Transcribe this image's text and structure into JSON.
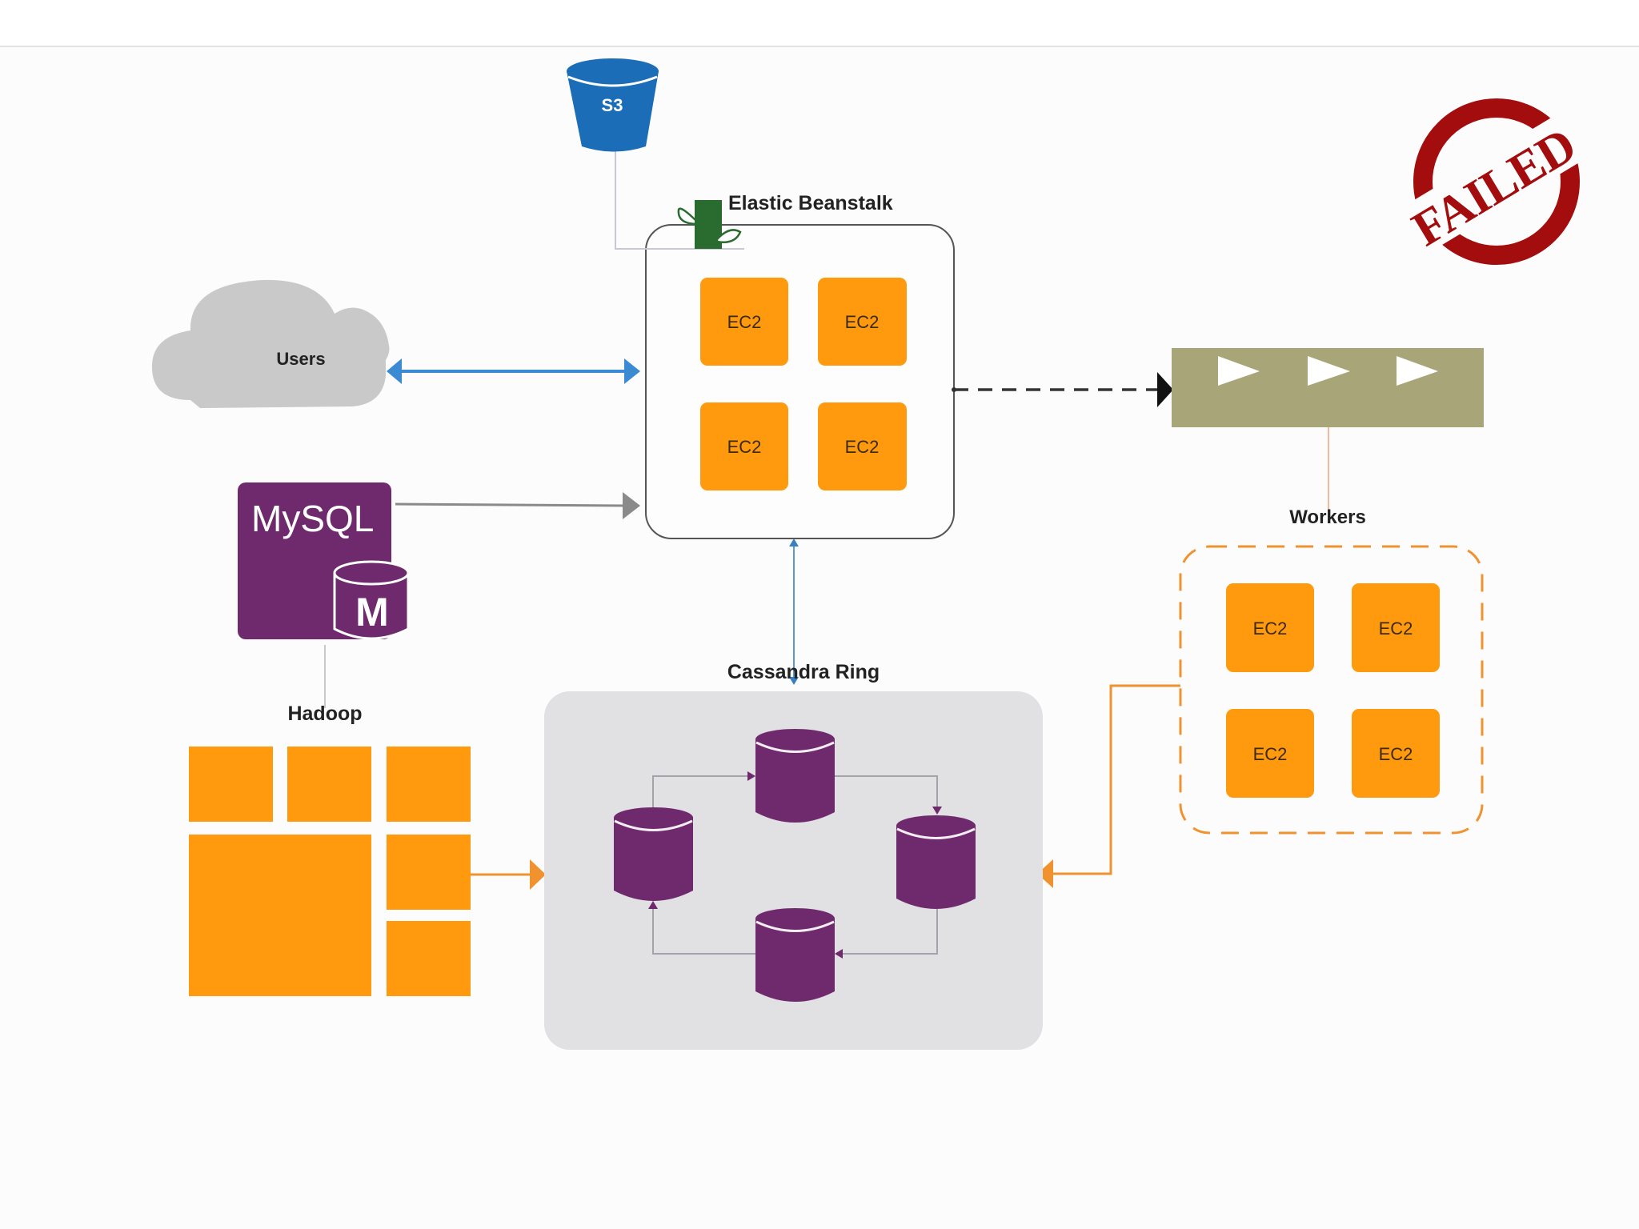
{
  "diagram": {
    "title_status": "FAILED",
    "nodes": {
      "s3": {
        "label": "S3"
      },
      "beanstalk": {
        "label": "Elastic Beanstalk",
        "instances": [
          "EC2",
          "EC2",
          "EC2",
          "EC2"
        ]
      },
      "users": {
        "label": "Users"
      },
      "queue": {
        "label": "",
        "items": 3
      },
      "workers": {
        "label": "Workers",
        "instances": [
          "EC2",
          "EC2",
          "EC2",
          "EC2"
        ]
      },
      "mysql": {
        "label": "MySQL",
        "badge": "M"
      },
      "hadoop": {
        "label": "Hadoop"
      },
      "cassandra": {
        "label": "Cassandra Ring",
        "nodes": 4
      }
    },
    "edges": [
      {
        "from": "users",
        "to": "beanstalk",
        "style": "bidirectional-blue"
      },
      {
        "from": "s3",
        "to": "beanstalk",
        "style": "plain-gray"
      },
      {
        "from": "beanstalk",
        "to": "queue",
        "style": "dashed-black"
      },
      {
        "from": "queue",
        "to": "workers",
        "style": "plain-peach"
      },
      {
        "from": "mysql",
        "to": "beanstalk",
        "style": "arrow-gray"
      },
      {
        "from": "mysql",
        "to": "hadoop",
        "style": "plain-gray"
      },
      {
        "from": "cassandra",
        "to": "beanstalk",
        "style": "bidirectional-thin-blue"
      },
      {
        "from": "hadoop",
        "to": "cassandra",
        "style": "arrow-orange"
      },
      {
        "from": "workers",
        "to": "cassandra",
        "style": "elbow-arrow-orange"
      }
    ],
    "colors": {
      "aws_orange": "#ff9a0e",
      "s3_blue": "#1b6db7",
      "beanstalk_green": "#2a6b2f",
      "mysql_purple": "#6e2a6d",
      "queue_olive": "#a8a678",
      "stamp_red": "#a30d0d",
      "cloud_gray": "#c9c9c9",
      "cassandra_bg": "#e1e0e3",
      "arrow_blue": "#3a8ad4"
    }
  }
}
